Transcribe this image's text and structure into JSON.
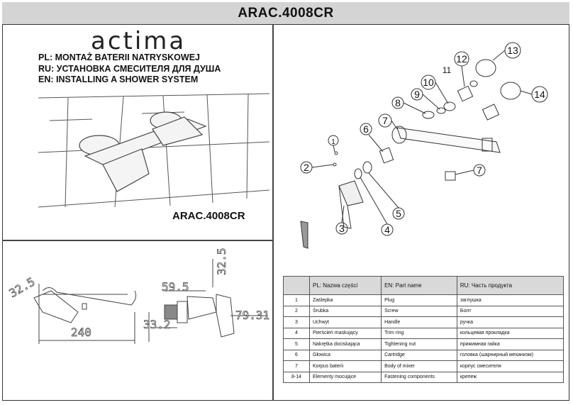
{
  "header": {
    "model": "ARAC.4008CR"
  },
  "logo": {
    "text": "actima"
  },
  "titles": [
    "PL: MONTAŻ BATERII NATRYSKOWEJ",
    "RU:  УСТАНОВКА СМЕСИТЕЛЯ ДЛЯ ДУША",
    "EN: INSTALLING A  SHOWER SYSTEM"
  ],
  "photo_caption": "ARAC.4008CR",
  "dimensions": {
    "d1": "32.5",
    "d2": "240",
    "d3": "59.5",
    "d4": "32.5",
    "d5": "79.31",
    "d6": "33.2"
  },
  "callouts": [
    "1",
    "2",
    "3",
    "4",
    "5",
    "6",
    "7",
    "8",
    "9",
    "10",
    "11",
    "12",
    "13",
    "14",
    "7"
  ],
  "parts_table": {
    "headers": [
      "",
      "PL: Nazwa części",
      "EN: Part name",
      "RU: Часть продукта"
    ],
    "rows": [
      [
        "1",
        "Zaślepka",
        "Plug",
        "заглушка"
      ],
      [
        "2",
        "Śrubka",
        "Screw",
        "Болт"
      ],
      [
        "3",
        "Uchwyt",
        "Handle",
        "ручка"
      ],
      [
        "4",
        "Pierścień maskujący",
        "Trim ring",
        "кольцевая прокладка"
      ],
      [
        "5",
        "Nakrętka dociskająca",
        "Tightening nut",
        "прижимная гайка"
      ],
      [
        "6",
        "Głowica",
        "Cartridge",
        "головка (шарнирный механизм)"
      ],
      [
        "7",
        "Korpus baterii",
        "Body of mixer",
        "корпус смесителя"
      ],
      [
        "8-14",
        "Elementy mocujące",
        "Fastening components",
        "крепеж"
      ]
    ]
  }
}
